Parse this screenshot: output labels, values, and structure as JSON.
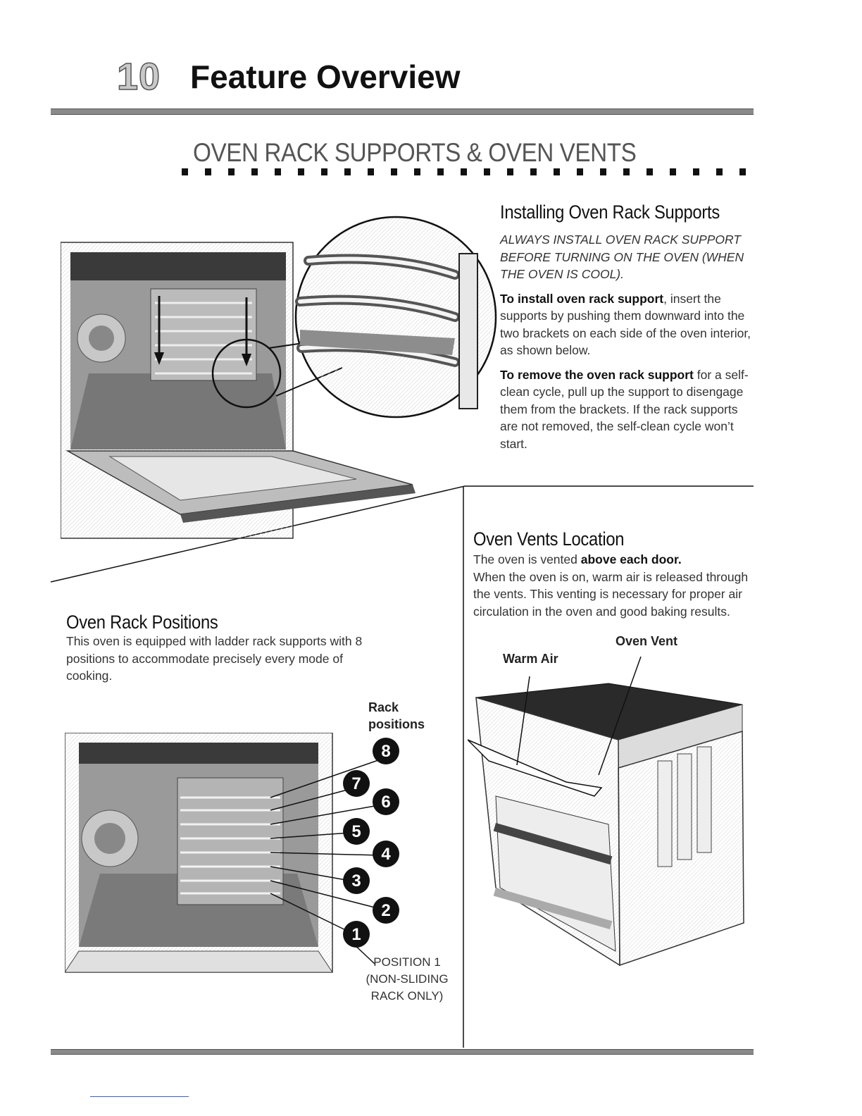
{
  "header": {
    "chapter_number": "10",
    "chapter_title": "Feature Overview"
  },
  "section": {
    "title": "OVEN RACK SUPPORTS & OVEN VENTS"
  },
  "installing": {
    "heading": "Installing Oven Rack Supports",
    "warning": "ALWAYS INSTALL OVEN RACK SUPPORT BEFORE TURNING ON THE OVEN (WHEN THE OVEN IS COOL).",
    "install_bold": "To install oven rack support",
    "install_text": ", insert the supports by pushing them downward into the two brackets on each side of the oven interior, as shown below.",
    "remove_bold": "To remove the oven rack support",
    "remove_text": " for a self-clean cycle, pull up the support to disengage them from the brackets. If the rack supports are not removed, the self-clean cycle won’t start."
  },
  "vents": {
    "heading": "Oven Vents Location",
    "intro": "The oven is vented ",
    "intro_bold": "above each door.",
    "body": "When the oven is on, warm air is released through the vents. This venting is necessary for proper air circulation in the oven and good baking results.",
    "label_vent": "Oven Vent",
    "label_warm": "Warm Air"
  },
  "positions": {
    "heading": "Oven Rack Positions",
    "body": "This oven is equipped with ladder rack supports with 8 positions to accommodate precisely every mode of cooking.",
    "label_line1": "Rack",
    "label_line2": "positions",
    "badges": [
      "8",
      "7",
      "6",
      "5",
      "4",
      "3",
      "2",
      "1"
    ],
    "caption_line1": "POSITION 1",
    "caption_line2": "(NON-SLIDING",
    "caption_line3": "RACK ONLY)"
  }
}
